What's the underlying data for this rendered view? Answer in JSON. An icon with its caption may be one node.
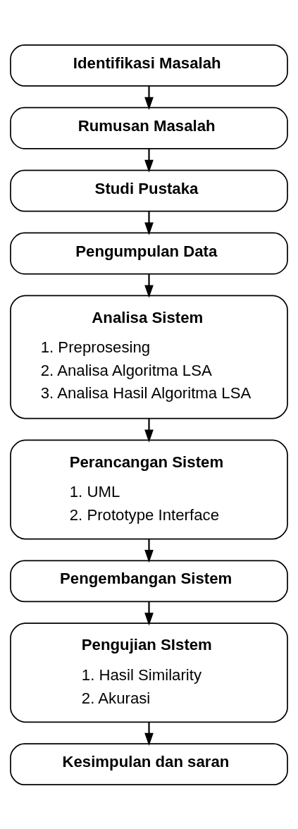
{
  "diagram": {
    "nodes": [
      {
        "text": [
          "Identifikasi Masalah"
        ]
      },
      {
        "text": [
          "Rumusan Masalah"
        ]
      },
      {
        "text": [
          "Studi Pustaka"
        ]
      },
      {
        "text": [
          "Pengumpulan Data"
        ]
      },
      {
        "text": [
          "Analisa Sistem",
          "1. Preprosesing",
          "2. Analisa Algoritma LSA",
          "3. Analisa Hasil Algoritma LSA"
        ]
      },
      {
        "text": [
          "Perancangan Sistem",
          "1. UML",
          "2. Prototype Interface"
        ]
      },
      {
        "text": [
          "Pengembangan Sistem"
        ]
      },
      {
        "text": [
          "Pengujian SIstem",
          "1. Hasil Similarity",
          "2. Akurasi"
        ]
      },
      {
        "text": [
          "Kesimpulan dan saran"
        ]
      }
    ],
    "edges": [
      {
        "from": 0,
        "to": 1,
        "arrow": "to"
      },
      {
        "from": 1,
        "to": 2,
        "arrow": "to"
      },
      {
        "from": 2,
        "to": 3,
        "arrow": "to"
      },
      {
        "from": 3,
        "to": 4,
        "arrow": "to"
      },
      {
        "from": 4,
        "to": 5,
        "arrow": "to"
      },
      {
        "from": 5,
        "to": 6,
        "arrow": "to"
      },
      {
        "from": 6,
        "to": 7,
        "arrow": "to"
      },
      {
        "from": 7,
        "to": 8,
        "arrow": "to"
      }
    ]
  }
}
